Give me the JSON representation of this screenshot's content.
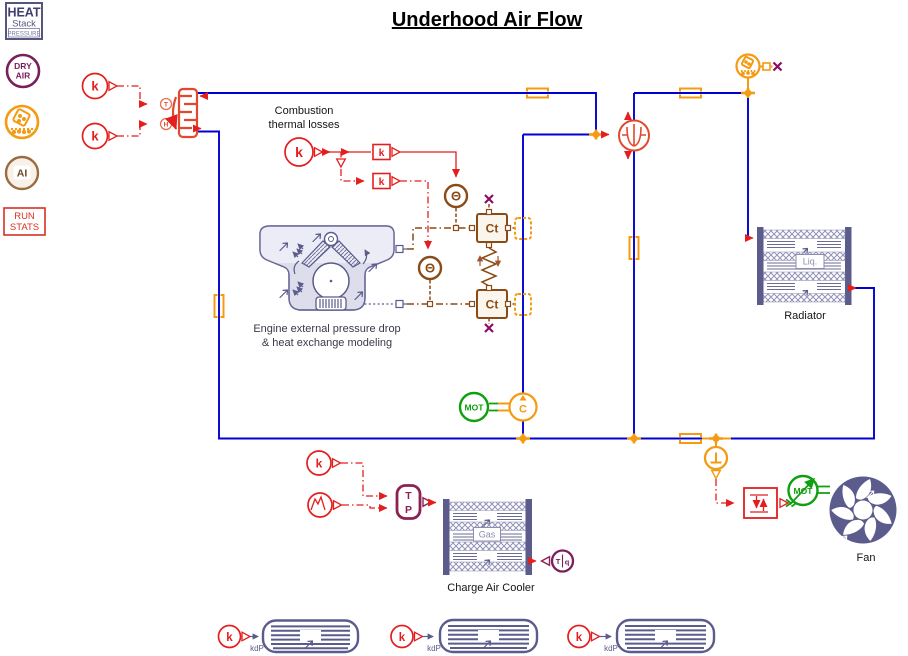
{
  "title": "Underhood Air Flow",
  "palette": {
    "heat1": "HEAT",
    "heat2": "Stack",
    "heat3": "PRESSURE",
    "dry1": "DRY",
    "dry2": "AIR",
    "ai": "AI",
    "run1": "RUN",
    "run2": "STATS"
  },
  "sym": {
    "k": "k",
    "ct": "Ct",
    "c": "C",
    "mot": "MOT",
    "theta": "Θ",
    "t": "T",
    "h": "H",
    "p": "P",
    "q": "q"
  },
  "tags": {
    "liq": "Liq.",
    "gas": "Gas",
    "kdp": "kdP"
  },
  "labels": {
    "combustion1": "Combustion",
    "combustion2": "thermal losses",
    "engine1": "Engine external pressure drop",
    "engine2": "& heat exchange modeling",
    "radiator": "Radiator",
    "cac": "Charge Air Cooler",
    "fan": "Fan"
  },
  "colors": {
    "red": "#E41E1E",
    "orange": "#F49B12",
    "brown": "#8A4B16",
    "blue": "#0000D2",
    "slate": "#5B5B8C",
    "green": "#0FA00F",
    "magenta": "#8B0E62",
    "purple": "#7B1E5B",
    "engine_fill": "#DDDDEB"
  }
}
